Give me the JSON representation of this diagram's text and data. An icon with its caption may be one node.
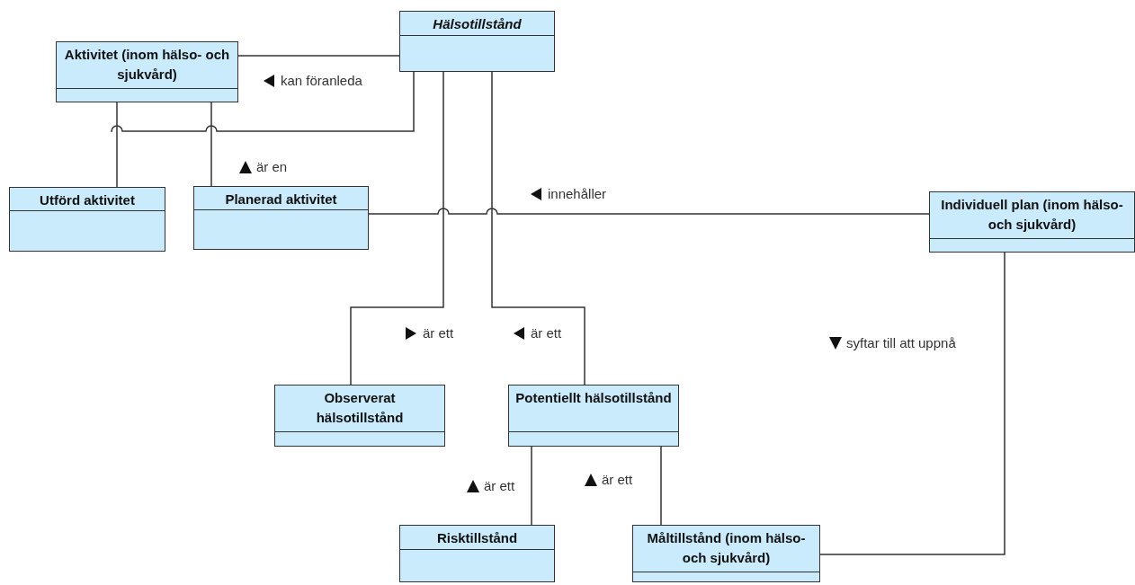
{
  "diagram": {
    "nodes": [
      {
        "text": [
          "Hälsotillstånd"
        ]
      },
      {
        "text": [
          "Aktivitet (inom hälso- och sjukvård)"
        ]
      },
      {
        "text": [
          "Utförd aktivitet"
        ]
      },
      {
        "text": [
          "Planerad aktivitet"
        ]
      },
      {
        "text": [
          "Individuell plan (inom hälso- och sjukvård)"
        ]
      },
      {
        "text": [
          "Observerat hälsotillstånd"
        ]
      },
      {
        "text": [
          "Potentiellt hälsotillstånd"
        ]
      },
      {
        "text": [
          "Risktillstånd"
        ]
      },
      {
        "text": [
          "Måltillstånd (inom hälso- och sjukvård)"
        ]
      }
    ],
    "edges": [
      {
        "from": 1,
        "to": 0,
        "arrow": "none",
        "label": "kan föranleda"
      },
      {
        "from": 0,
        "to": null,
        "arrow": "none"
      },
      {
        "from": 1,
        "to": 2,
        "arrow": "none"
      },
      {
        "from": 1,
        "to": 3,
        "arrow": "none",
        "label": "är en"
      },
      {
        "from": 3,
        "to": 4,
        "arrow": "none",
        "label": "innehåller"
      },
      {
        "from": 0,
        "to": 5,
        "arrow": "none",
        "label": "är ett"
      },
      {
        "from": 0,
        "to": 6,
        "arrow": "none",
        "label": "är ett"
      },
      {
        "from": 6,
        "to": 7,
        "arrow": "none",
        "label": "är ett"
      },
      {
        "from": 6,
        "to": 8,
        "arrow": "none",
        "label": "är ett"
      },
      {
        "from": 4,
        "to": 8,
        "arrow": "none",
        "label": "syftar till att uppnå"
      }
    ]
  }
}
